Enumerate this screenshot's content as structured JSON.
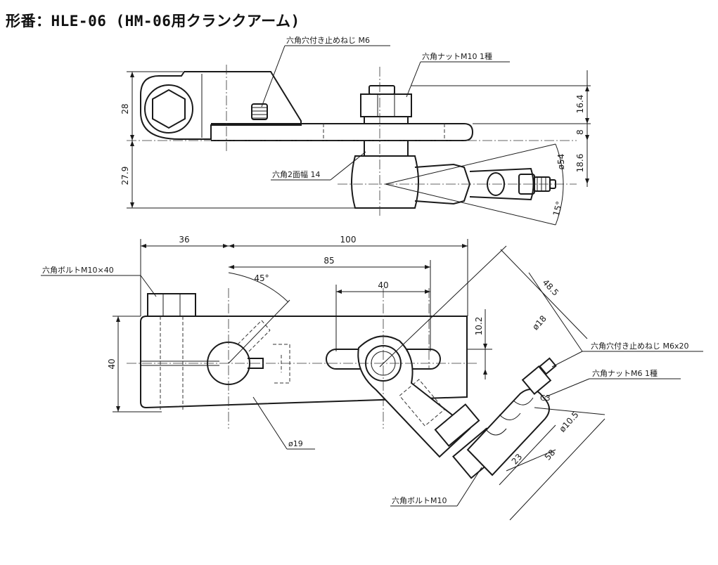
{
  "title": "形番：HLE-06 (HM-06用クランクアーム)",
  "labels": {
    "set_screw_m6": "六角穴付き止めねじ M6",
    "nut_m10": "六角ナットM10 1種",
    "hex_width": "六角2面幅 14",
    "bolt_m10x40": "六角ボルトM10×40",
    "set_screw_m6x20": "六角穴付き止めねじ M6x20",
    "nut_m6": "六角ナットM6 1種",
    "bolt_m10": "六角ボルトM10",
    "phi19": "ø19",
    "phi18": "ø18",
    "phi10_5": "ø10.5",
    "phi54": "ø54",
    "c3": "C3"
  },
  "dims": {
    "d28": "28",
    "d27_9": "27.9",
    "d16_4": "16.4",
    "d8": "8",
    "d18_6": "18.6",
    "d15deg": "15°",
    "d36": "36",
    "d100": "100",
    "d85": "85",
    "d45deg": "45°",
    "d40_top": "40",
    "d40_left": "40",
    "d10_2": "10.2",
    "d48_5": "48.5",
    "d23": "23",
    "d58": "58"
  }
}
